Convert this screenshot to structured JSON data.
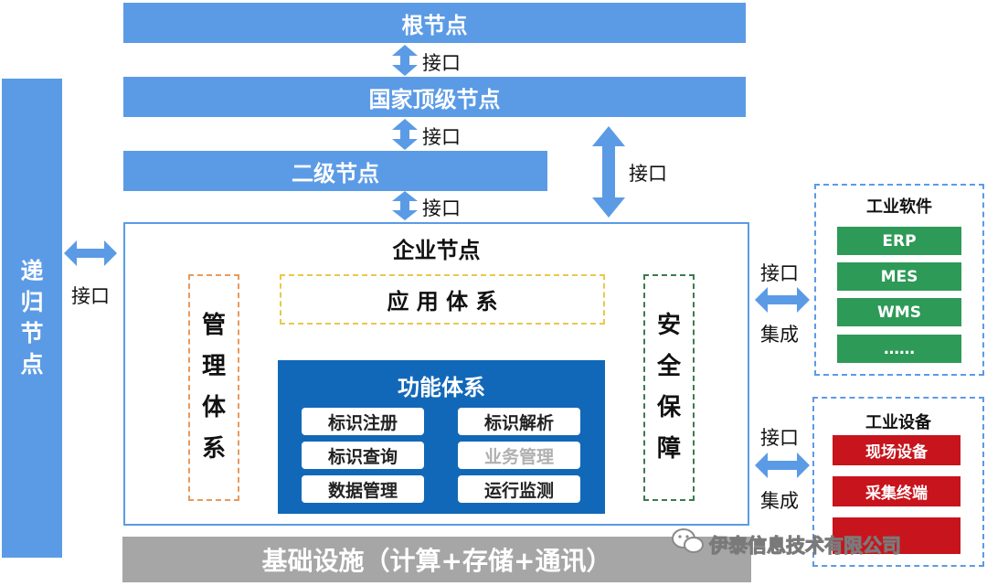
{
  "root_node": "根节点",
  "national_node": "国家顶级节点",
  "secondary_node": "二级节点",
  "recursive_node": [
    "递",
    "归",
    "节",
    "点"
  ],
  "interface_label": "接口",
  "integration_label": "集成",
  "enterprise": {
    "title": "企业节点",
    "management": [
      "管",
      "理",
      "体",
      "系"
    ],
    "application": "应 用 体 系",
    "security": [
      "安",
      "全",
      "保",
      "障"
    ],
    "function": {
      "title": "功能体系",
      "items": [
        "标识注册",
        "标识解析",
        "标识查询",
        "业务管理",
        "数据管理",
        "运行监测"
      ]
    }
  },
  "industrial_software": {
    "title": "工业软件",
    "items": [
      "ERP",
      "MES",
      "WMS",
      "……"
    ]
  },
  "industrial_equipment": {
    "title": "工业设备",
    "items": [
      "现场设备",
      "采集终端",
      ""
    ]
  },
  "infrastructure": "基础设施（计算+存储+通讯）",
  "watermark": "伊泰信息技术有限公司",
  "colors": {
    "blue_bar": "#5b9be6",
    "func_bg": "#1268b8",
    "green": "#2e9a58",
    "red": "#c8141c",
    "gray": "#a6a6a6"
  }
}
